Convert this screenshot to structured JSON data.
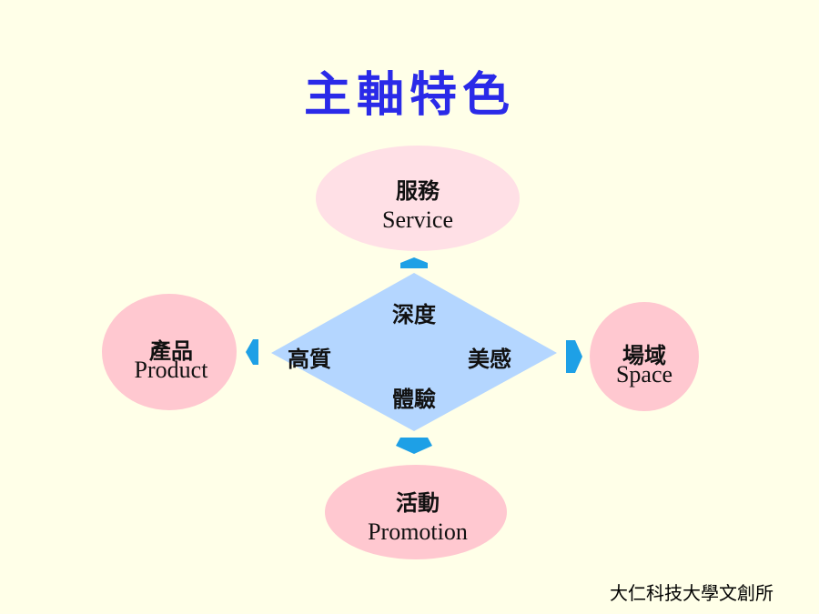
{
  "title": "主軸特色",
  "center": {
    "top": "深度",
    "left": "高質",
    "right": "美感",
    "bottom": "體驗"
  },
  "nodes": {
    "service": {
      "zh": "服務",
      "en": "Service"
    },
    "product": {
      "zh": "產品",
      "en": "Product"
    },
    "space": {
      "zh": "場域",
      "en": "Space"
    },
    "promotion": {
      "zh": "活動",
      "en": "Promotion"
    }
  },
  "footer": "大仁科技大學文創所",
  "colors": {
    "title": "#2a2ae8",
    "background": "#ffffe8",
    "diamond": "#b4d6ff",
    "ellipse_light": "#ffe0e6",
    "ellipse_pink": "#ffc8d0",
    "arrow": "#1ea0e6"
  }
}
